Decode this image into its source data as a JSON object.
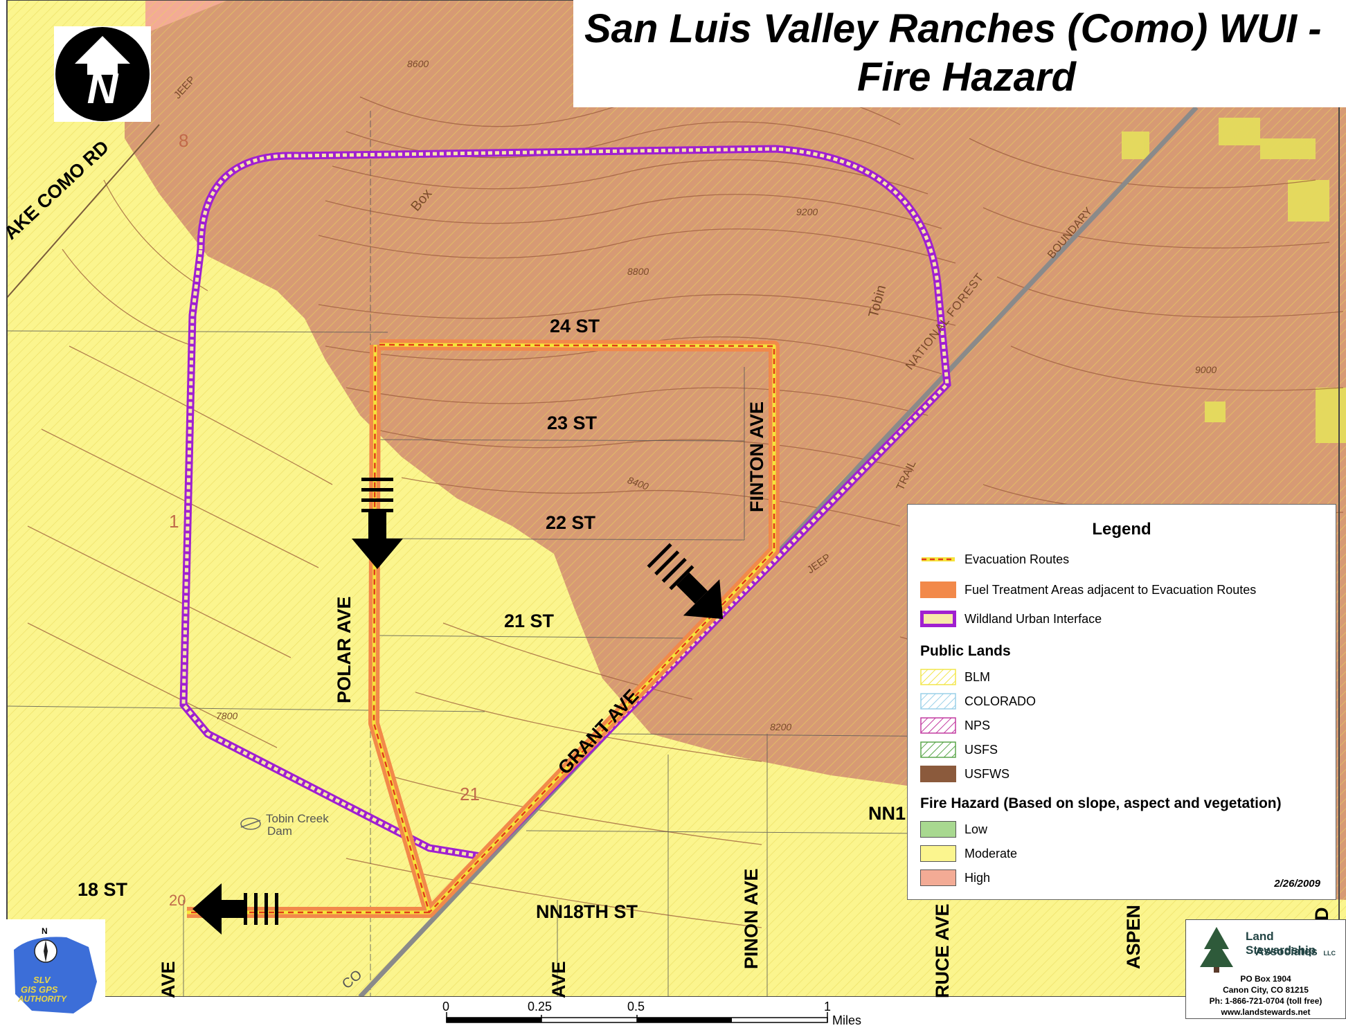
{
  "title": {
    "line1": "San Luis Valley Ranches (Como) WUI -",
    "line2": "Fire Hazard"
  },
  "north_arrow": {
    "letter": "N"
  },
  "roads": {
    "lake_como_rd": "AKE COMO RD",
    "st24": "24 ST",
    "st23": "23 ST",
    "st22": "22 ST",
    "st21": "21 ST",
    "st18": "18 ST",
    "nn18": "NN18TH ST",
    "nn1": "NN1",
    "polar": "POLAR AVE",
    "finton": "FINTON AVE",
    "grant": "GRANT AVE",
    "pinon": "PINON AVE",
    "ruce": "RUCE AVE",
    "aspen": "ASPEN",
    "ave_left": "AVE",
    "ave_mid": "AVE",
    "d_edge": "D"
  },
  "map_labels": {
    "tobin_dam": "Tobin Creek",
    "tobin_dam2": "Dam",
    "box": "Box",
    "tobin": "Tobin",
    "national_forest": "NATIONAL FOREST",
    "boundary": "BOUNDARY",
    "trail": "TRAIL",
    "jeep1": "JEEP",
    "jeep2": "JEEP",
    "sec8": "8",
    "sec1": "1",
    "sec21": "21",
    "sec20": "20",
    "co": "CO",
    "contour_8600": "8600",
    "contour_9200": "9200",
    "contour_8800": "8800",
    "contour_8400": "8400",
    "contour_9000": "9000",
    "contour_8200": "8200",
    "contour_7800": "7800"
  },
  "legend": {
    "title": "Legend",
    "items": [
      {
        "label": "Evacuation Routes"
      },
      {
        "label": "Fuel Treatment Areas adjacent to Evacuation Routes"
      },
      {
        "label": "Wildland Urban Interface"
      }
    ],
    "public_lands_header": "Public Lands",
    "public_lands": [
      {
        "label": "BLM",
        "color": "#f2e64a"
      },
      {
        "label": "COLORADO",
        "color": "#9ad0e8"
      },
      {
        "label": "NPS",
        "color": "#c23aa0"
      },
      {
        "label": "USFS",
        "color": "#5aa64a"
      },
      {
        "label": "USFWS",
        "color": "#8b5a3c"
      }
    ],
    "fire_hazard_header": "Fire Hazard (Based on slope, aspect and vegetation)",
    "fire_hazard": [
      {
        "label": "Low",
        "color": "#a8d890"
      },
      {
        "label": "Moderate",
        "color": "#fbf58e"
      },
      {
        "label": "High",
        "color": "#f3ab95"
      }
    ],
    "date": "2/26/2009"
  },
  "scale_bar": {
    "labels": [
      "0",
      "0.25",
      "0.5",
      "1"
    ],
    "unit": "Miles"
  },
  "logo_lsa": {
    "name1": "Land Stewardship",
    "name2": "Associates",
    "llc": "LLC",
    "addr1": "PO Box 1904",
    "addr2": "Canon City, CO  81215",
    "addr3": "Ph: 1-866-721-0704 (toll free)",
    "addr4": "www.landstewards.net"
  },
  "logo_slv": {
    "line1": "SLV",
    "line2": "GIS GPS",
    "line3": "AUTHORITY",
    "compass": "N"
  },
  "colors": {
    "moderate": "#fbf58e",
    "high": "#f3ab95",
    "high_terrain": "#d79a74",
    "evac_route": "#f5e43a",
    "evac_dash": "#e23a1a",
    "fuel_treatment": "#f2894a",
    "wui": "#a020d0",
    "contour": "#9a5a3a"
  }
}
